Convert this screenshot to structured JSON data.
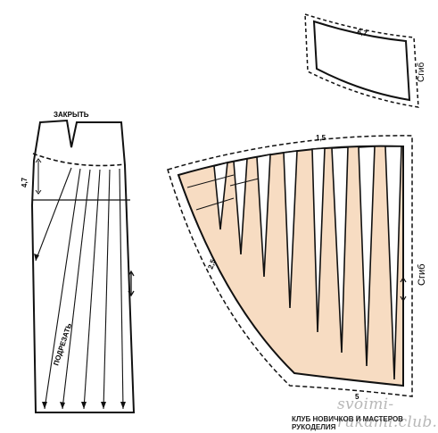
{
  "labels": {
    "close": "ЗАКРЫТЬ",
    "cut": "ПОДРЕЗАТЬ",
    "side_height": "4,7",
    "yoke_width": "6,7",
    "yoke_fold": "Сгиб",
    "waist_ext": "1,5",
    "side_ext": "2,5",
    "hem_ext": "5",
    "main_fold": "Сгиб"
  },
  "watermark": {
    "site": "svoimi-rukami.club.ru",
    "caption": "КЛУБ НОВИЧКОВ И МАСТЕРОВ РУКОДЕЛИЯ"
  },
  "colors": {
    "line": "#111111",
    "fill": "#f7dcc2",
    "paper": "#ffffff"
  }
}
